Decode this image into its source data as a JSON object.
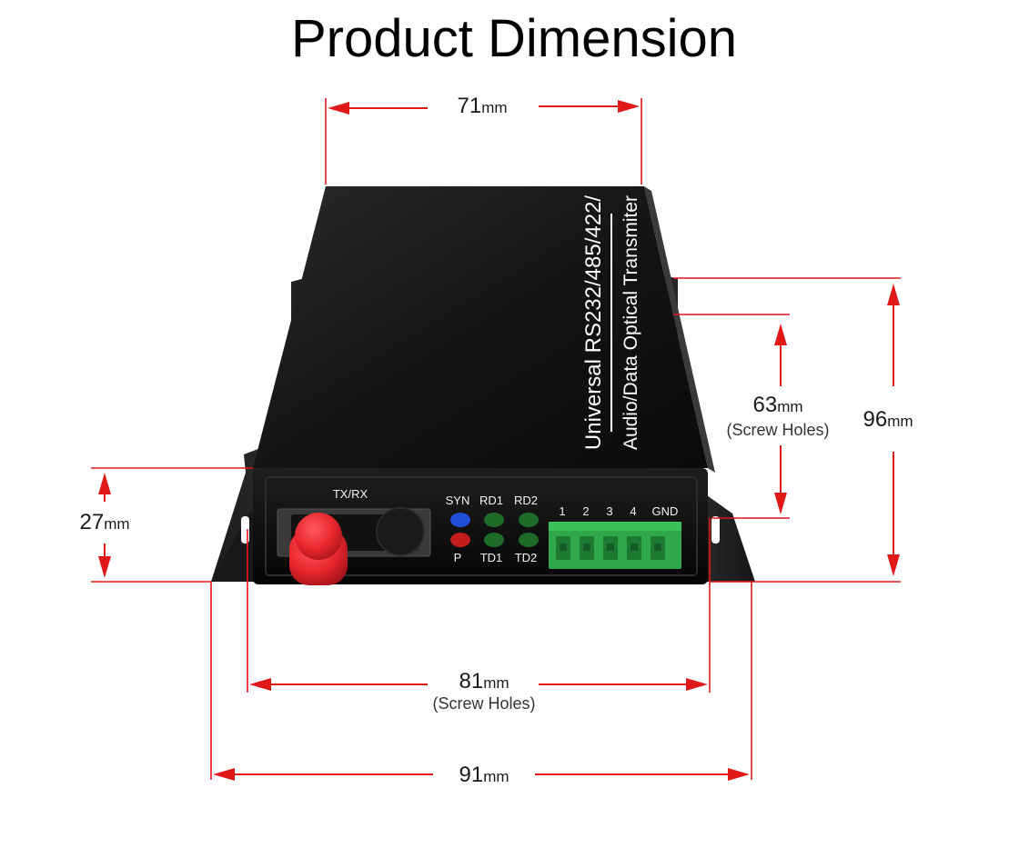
{
  "title": "Product Dimension",
  "dimensions": {
    "width_top": {
      "value": "71",
      "unit": "mm"
    },
    "height_total": {
      "value": "96",
      "unit": "mm"
    },
    "height_screw": {
      "value": "63",
      "unit": "mm",
      "note": "(Screw Holes)"
    },
    "thickness": {
      "value": "27",
      "unit": "mm"
    },
    "width_screw": {
      "value": "81",
      "unit": "mm",
      "note": "(Screw Holes)"
    },
    "width_total": {
      "value": "91",
      "unit": "mm"
    }
  },
  "device": {
    "top_label_line1": "Universal  RS232/485/422/",
    "top_label_line2": "Audio/Data Optical Transmiter",
    "port_label": "TX/RX",
    "led_labels": {
      "syn": "SYN",
      "rd1": "RD1",
      "rd2": "RD2",
      "p": "P",
      "td1": "TD1",
      "td2": "TD2"
    },
    "terminal_labels": [
      "1",
      "2",
      "3",
      "4",
      "GND"
    ]
  },
  "colors": {
    "dimension": "#e01818",
    "device_body": "#141414",
    "connector_cap": "#e8262e",
    "terminal_block": "#2fa84a",
    "led_blue": "#1f4fd6",
    "led_red": "#c41d1d",
    "led_green": "#1f6b2a"
  }
}
